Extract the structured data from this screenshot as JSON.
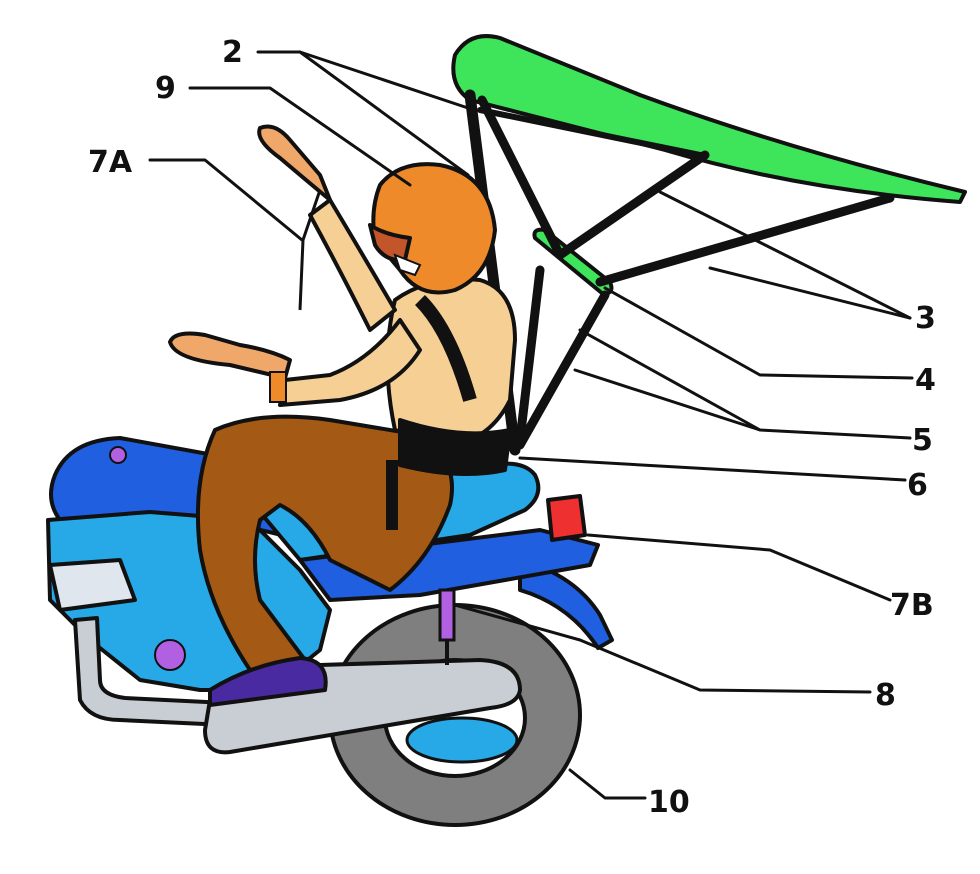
{
  "labels": {
    "l2": "2",
    "l9": "9",
    "l7a": "7A",
    "l3": "3",
    "l4": "4",
    "l5": "5",
    "l6": "6",
    "l7b": "7B",
    "l8": "8",
    "l10": "10"
  },
  "colors": {
    "wing": "#3ee45a",
    "frame": "#111111",
    "bike_body": "#1f5fe0",
    "bike_light": "#27a9e8",
    "tire": "#7f7f7f",
    "skin": "#f0a86a",
    "helmet": "#ee8a2a",
    "pants": "#a45a14",
    "shoe": "#4a2aa0",
    "tail_light": "#ee3030",
    "accent": "#b060e0"
  },
  "icons": {
    "rider": "rider-figure",
    "motorcycle": "motorcycle-figure",
    "wing": "hang-glider-wing"
  }
}
